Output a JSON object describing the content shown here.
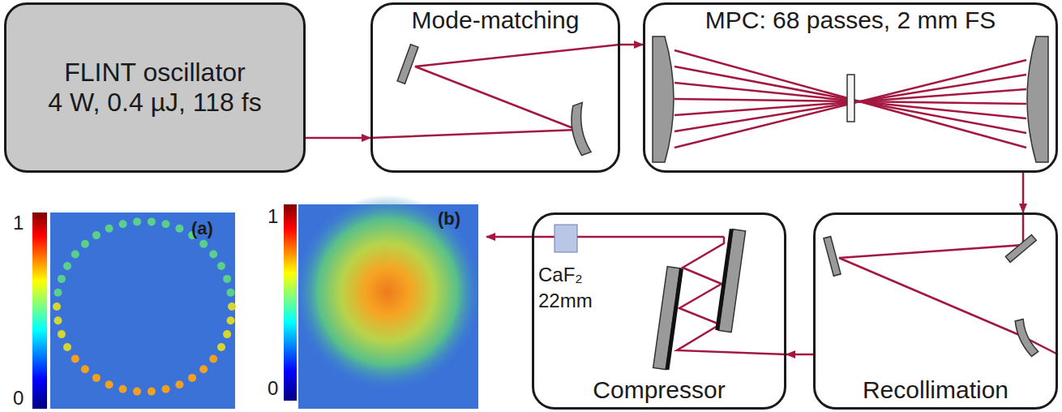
{
  "diagram": {
    "nodes": [
      {
        "text": [
          "FLINT oscillator",
          "4 W, 0.4 µJ, 118 fs"
        ]
      },
      {
        "text": [
          "Mode-matching"
        ]
      },
      {
        "text": [
          "MPC: 68 passes, 2 mm FS"
        ]
      },
      {
        "text": [
          "Recollimation"
        ]
      },
      {
        "text": [
          "Compressor"
        ]
      }
    ],
    "edges": [
      {
        "from": 0,
        "to": 1,
        "arrow": "to"
      },
      {
        "from": 1,
        "to": 2,
        "arrow": "to"
      },
      {
        "from": 2,
        "to": 3,
        "arrow": "to"
      },
      {
        "from": 3,
        "to": 4,
        "arrow": "to"
      }
    ],
    "labels": [
      "CaF₂",
      "22mm",
      "1",
      "0",
      "(a)",
      "1",
      "0",
      "(b)"
    ]
  }
}
